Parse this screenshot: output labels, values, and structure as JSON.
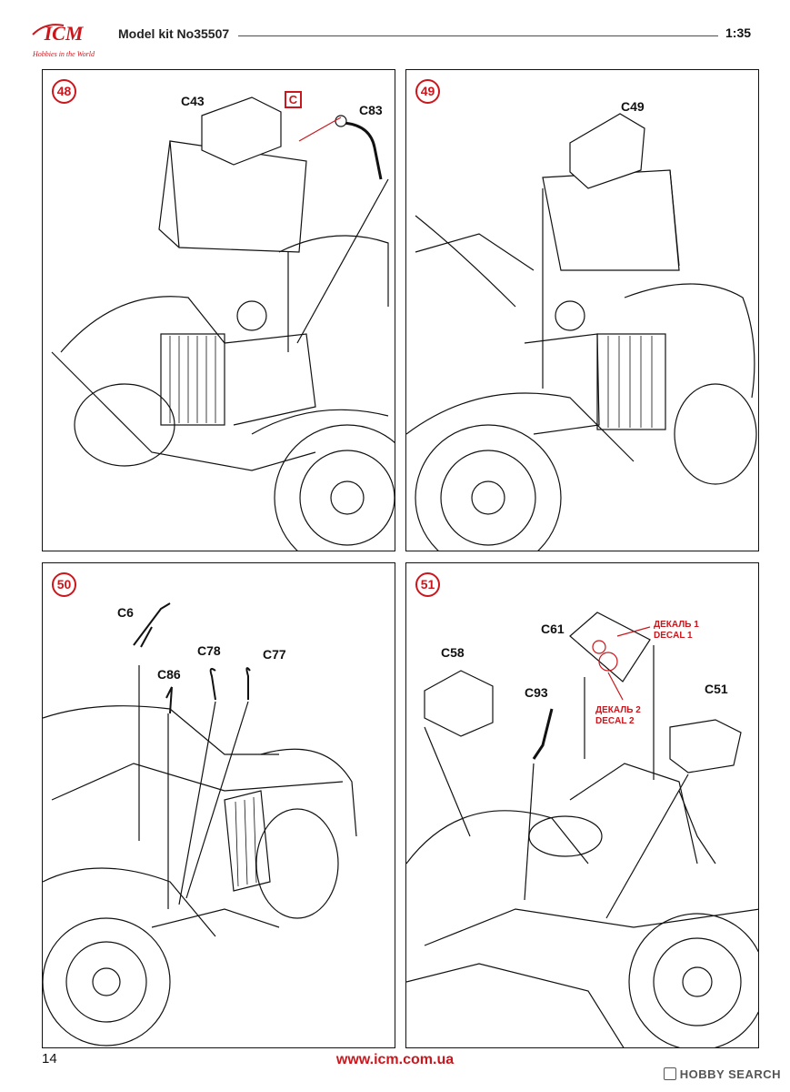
{
  "header": {
    "logo_text": "ICM",
    "logo_tagline": "Hobbies in the World",
    "title": "Model kit No35507",
    "scale": "1:35"
  },
  "steps": [
    {
      "number": "48",
      "parts": [
        "C43",
        "C83"
      ],
      "sprue": "C"
    },
    {
      "number": "49",
      "parts": [
        "C49"
      ]
    },
    {
      "number": "50",
      "parts": [
        "C6",
        "C86",
        "C78",
        "C77"
      ]
    },
    {
      "number": "51",
      "parts": [
        "C58",
        "C61",
        "C93",
        "C51"
      ],
      "decals": [
        {
          "ru": "ДЕКАЛЬ 1",
          "en": "DECAL 1"
        },
        {
          "ru": "ДЕКАЛЬ 2",
          "en": "DECAL 2"
        }
      ]
    }
  ],
  "footer": {
    "page_number": "14",
    "url": "www.icm.com.ua",
    "watermark": "HOBBY SEARCH"
  },
  "colors": {
    "accent": "#c8181e",
    "line": "#111111"
  }
}
